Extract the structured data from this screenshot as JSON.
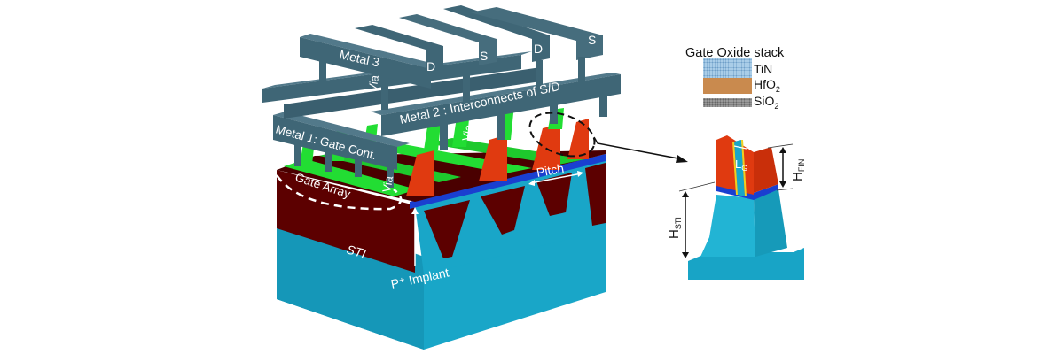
{
  "figure": {
    "main_structure": {
      "labels": {
        "metal3": "Metal 3",
        "metal2": "Metal 2 :  Interconnects of S/D",
        "metal1": "Metal 1: Gate Cont.",
        "via_metal3": "Via",
        "via_metal2": "Via",
        "via_metal1": "Via",
        "gate_array": "Gate Array",
        "sti": "STI",
        "implant": "P⁺  Implant",
        "pitch": "Pitch",
        "terminals": [
          "D",
          "S",
          "D",
          "S"
        ]
      }
    },
    "legend": {
      "title": "Gate Oxide stack",
      "items": [
        {
          "name": "TiN",
          "sub": "",
          "color": "#a9cde8"
        },
        {
          "name": "HfO",
          "sub": "2",
          "color": "#c98a4e"
        },
        {
          "name": "SiO",
          "sub": "2",
          "color": "#9a9a9a"
        }
      ]
    },
    "detail_fin": {
      "labels": {
        "lg": "L",
        "lg_sub": "G",
        "hfin": "H",
        "hfin_sub": "FIN",
        "hsti": "H",
        "hsti_sub": "STI"
      }
    },
    "colors": {
      "metal": "#3f6676",
      "metal_top": "#52798a",
      "metal_dark": "#2f4f5c",
      "sti": "#5c0000",
      "substrate": "#19a6c8",
      "substrate_dark": "#1391b0",
      "gate_green": "#22dd33",
      "fin_red": "#e03a10",
      "channel_blue": "#1a3fd0"
    }
  }
}
